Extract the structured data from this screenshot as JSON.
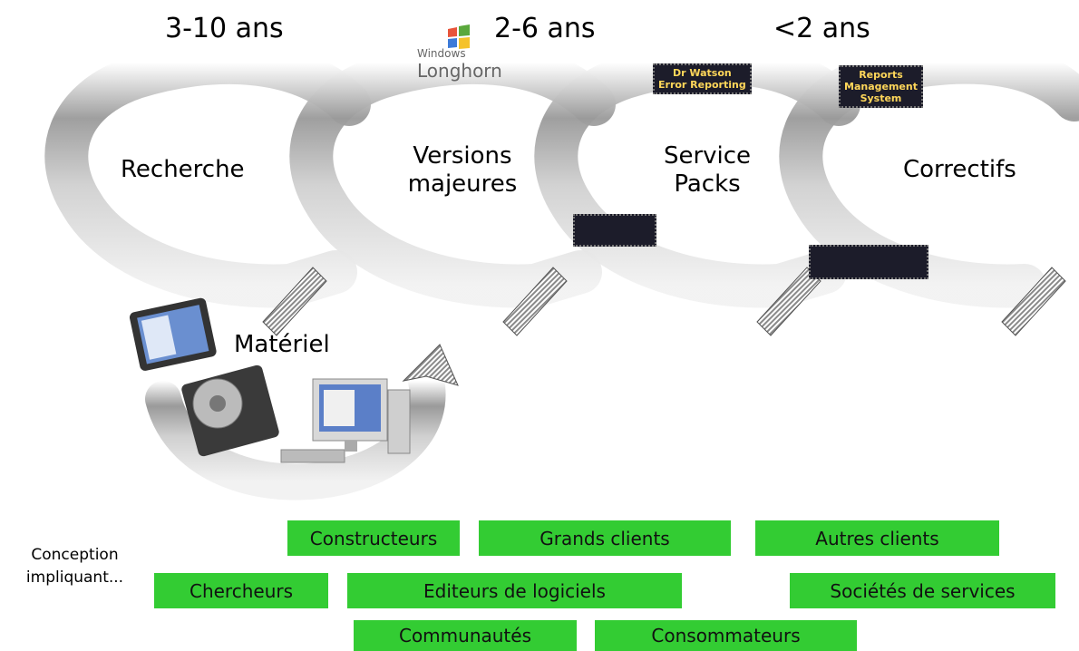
{
  "durations": [
    "3-10 ans",
    "2-6 ans",
    "<2 ans"
  ],
  "stages": {
    "recherche": "Recherche",
    "versions": [
      "Versions",
      "majeures"
    ],
    "service_packs": [
      "Service",
      "Packs"
    ],
    "correctifs": "Correctifs",
    "materiel": "Matériel"
  },
  "caption": [
    "Conception",
    "impliquant..."
  ],
  "participants": {
    "constructeurs": "Constructeurs",
    "grands_clients": "Grands clients",
    "autres_clients": "Autres clients",
    "chercheurs": "Chercheurs",
    "editeurs": "Editeurs de logiciels",
    "societes": "Sociétés de services",
    "communautes": "Communautés",
    "consommateurs": "Consommateurs"
  },
  "logos": {
    "windows": [
      "Windows",
      "Longhorn"
    ],
    "dr_watson": [
      "Dr Watson",
      "Error Reporting"
    ],
    "reports": [
      "Reports",
      "Management",
      "System"
    ]
  },
  "colors": {
    "box": "#33cc33",
    "arrow": "#999999"
  }
}
